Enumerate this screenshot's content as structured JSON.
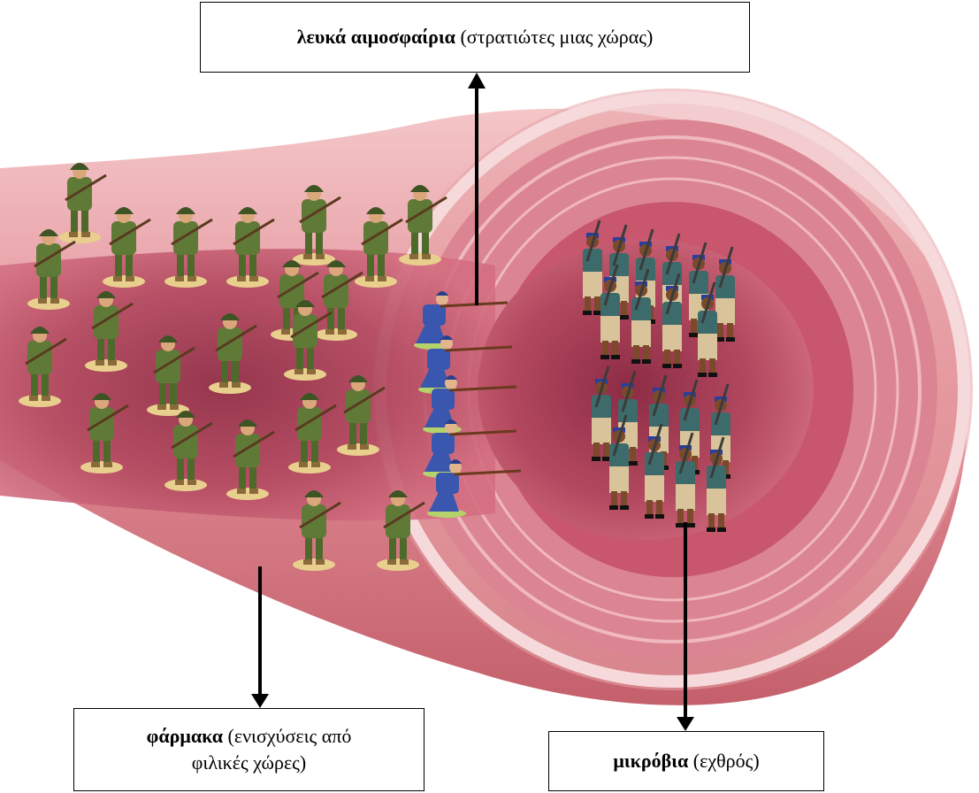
{
  "labels": {
    "white_cells": {
      "bold": "λευκά αιμοσφαίρια",
      "rest": "(στρατιώτες μιας χώρας)"
    },
    "drugs": {
      "bold": "φάρμακα",
      "rest_line1": "(ενισχύσεις από",
      "rest_line2": "φιλικές χώρες)"
    },
    "microbes": {
      "bold": "μικρόβια",
      "rest": "(εχθρός)"
    }
  },
  "colors": {
    "vessel_outer": "#e7a3a6",
    "vessel_inner": "#c8566c",
    "lumen": "#a33a52",
    "green_soldier": "#5f7a37",
    "blue_soldier": "#3a57b0",
    "enemy_uniform": "#d8c39a",
    "enemy_skin": "#7a4a2a",
    "enemy_hat": "#2a3f9c"
  }
}
